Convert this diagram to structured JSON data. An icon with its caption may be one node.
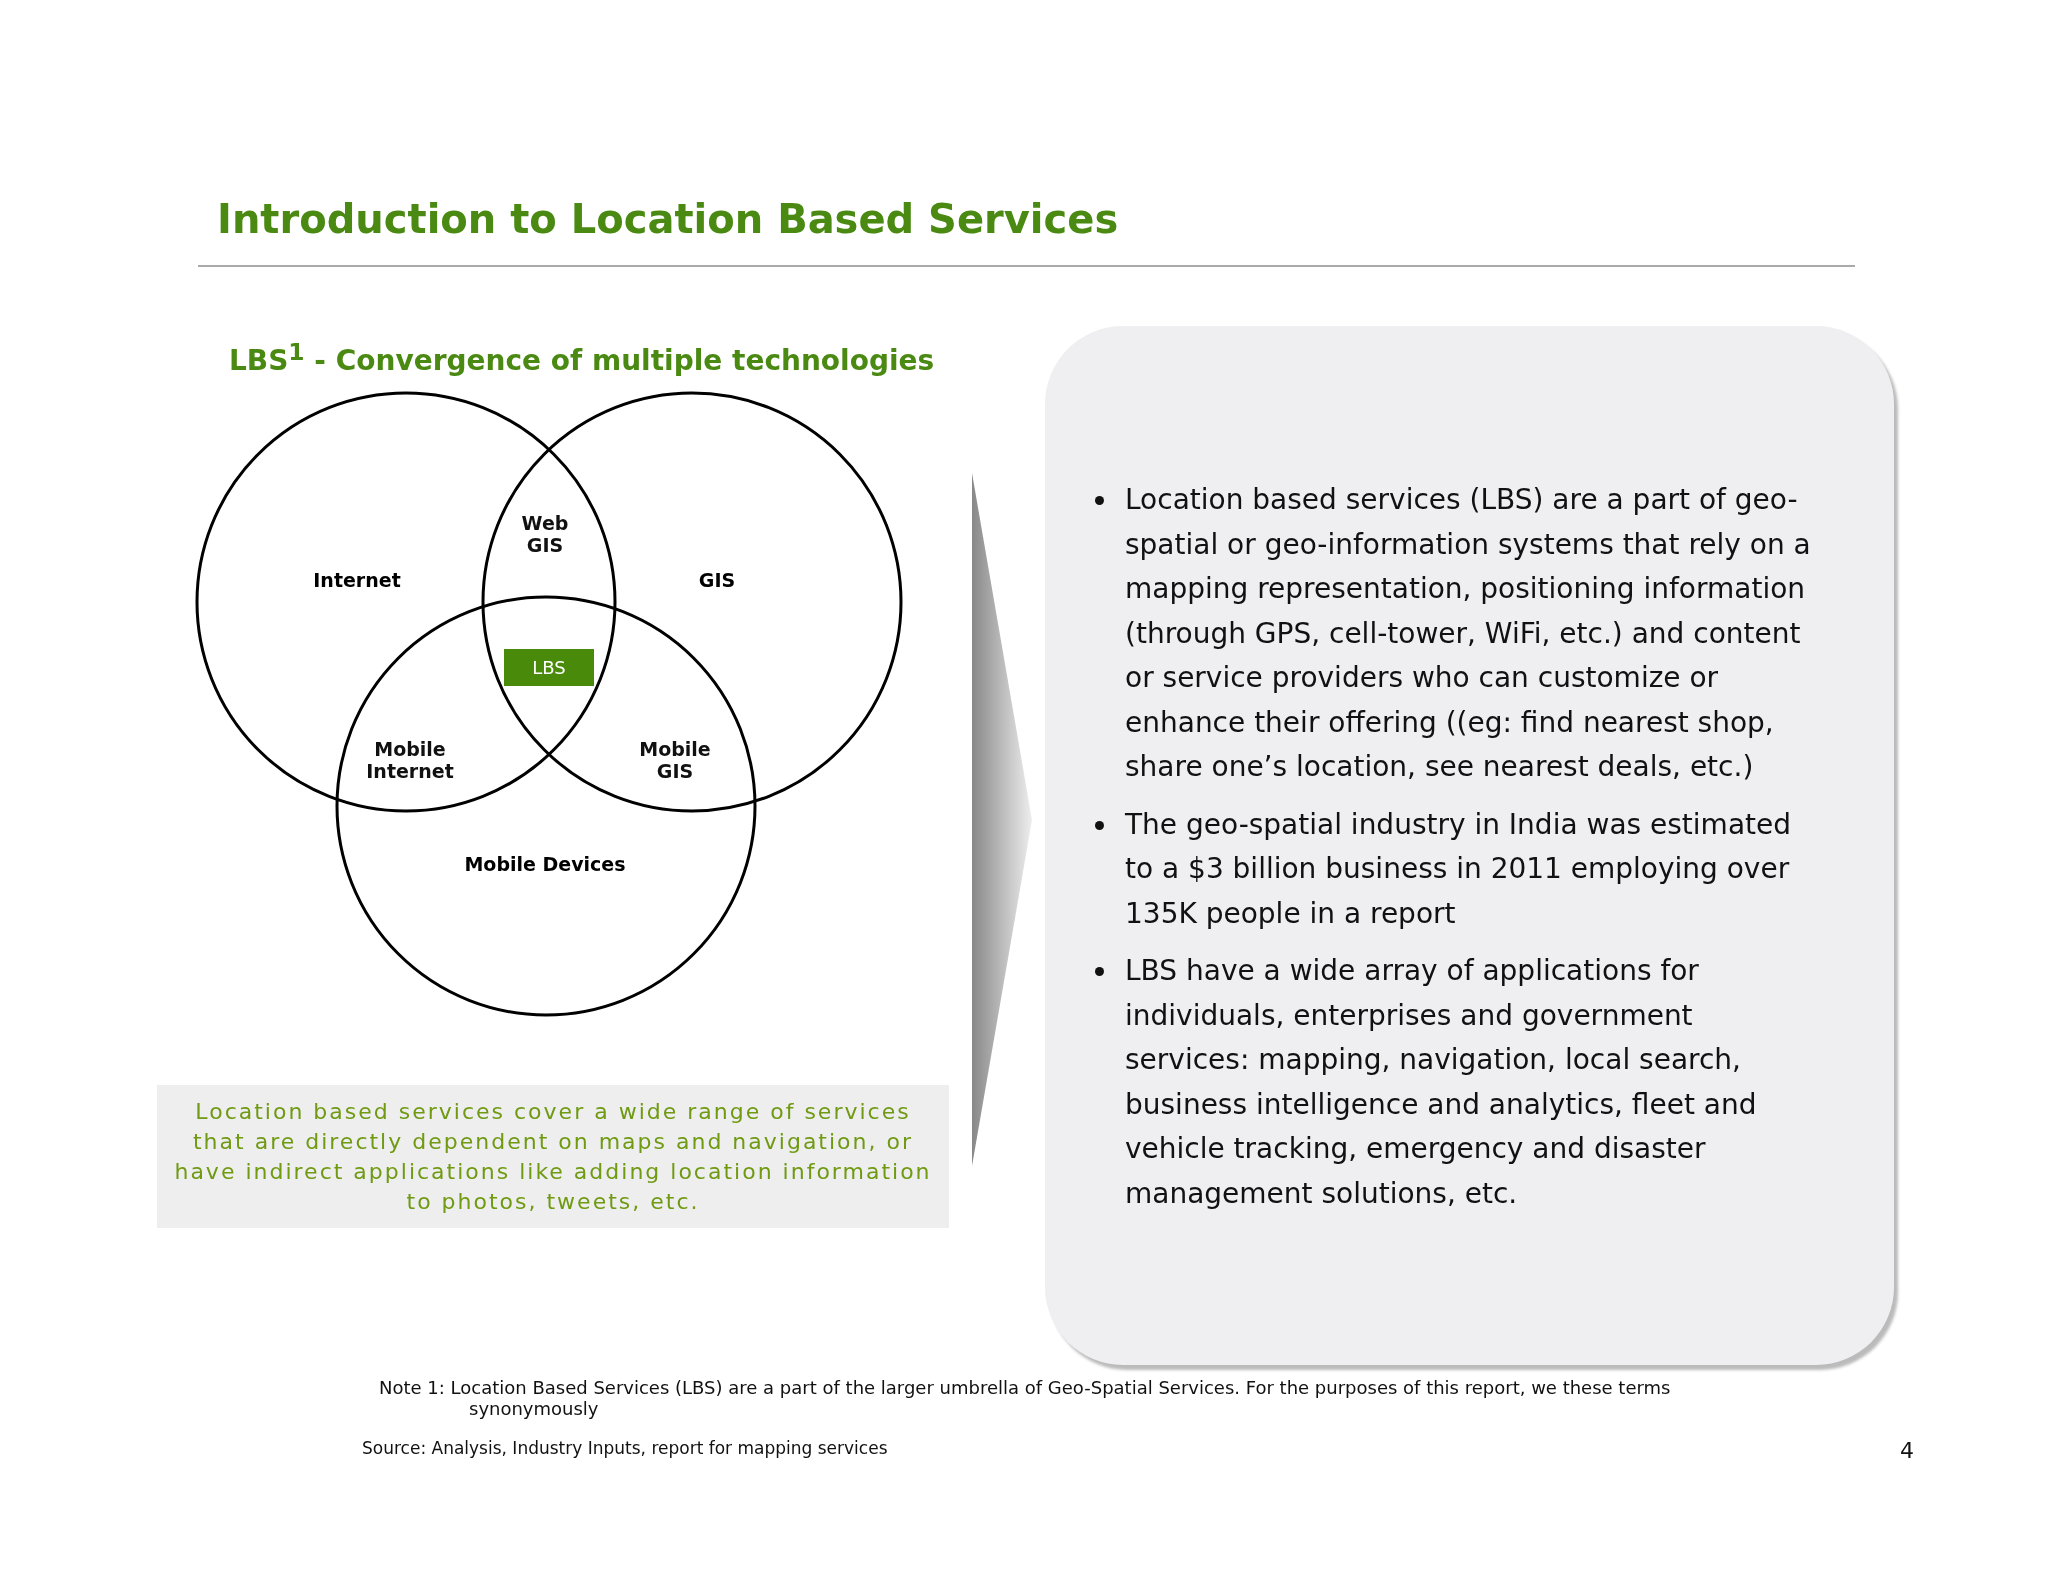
{
  "diagram": {
    "title": "Introduction to Location Based Services",
    "nodes": [
      {
        "text": [
          "Internet"
        ]
      },
      {
        "text": [
          "GIS"
        ]
      },
      {
        "text": [
          "Mobile Devices"
        ]
      },
      {
        "text": [
          "LBS"
        ]
      },
      {
        "text": [
          "Location based services cover a wide range of services that are directly dependent on maps and navigation, or have indirect applications like adding location information to photos, tweets, etc."
        ]
      },
      {
        "text": [
          "Location based services (LBS) are a part of geo-spatial or geo-information systems that rely on a mapping representation, positioning information (through GPS, cell-tower, WiFi, etc.) and content or service providers who can customize or enhance their offering ((eg: find nearest shop, share one’s location, see nearest deals, etc.)",
          "The geo-spatial industry in India was estimated to a $3 billion business in 2011 employing over 135K people in a report",
          "LBS have a wide array of applications for individuals, enterprises and government services: mapping, navigation, local search, business intelligence and analytics, fleet and vehicle tracking, emergency and disaster management solutions, etc."
        ]
      }
    ],
    "labels": [
      "LBS$^{1}$ - Convergence of multiple technologies",
      "Web GIS",
      "Mobile Internet",
      "Mobile GIS",
      "Note 1: Location Based Services (LBS) are a part of the larger umbrella of Geo-Spatial Services. For the purposes of this report, we these terms synonymously",
      "Source: Analysis, Industry Inputs, report for mapping services",
      "4"
    ]
  }
}
